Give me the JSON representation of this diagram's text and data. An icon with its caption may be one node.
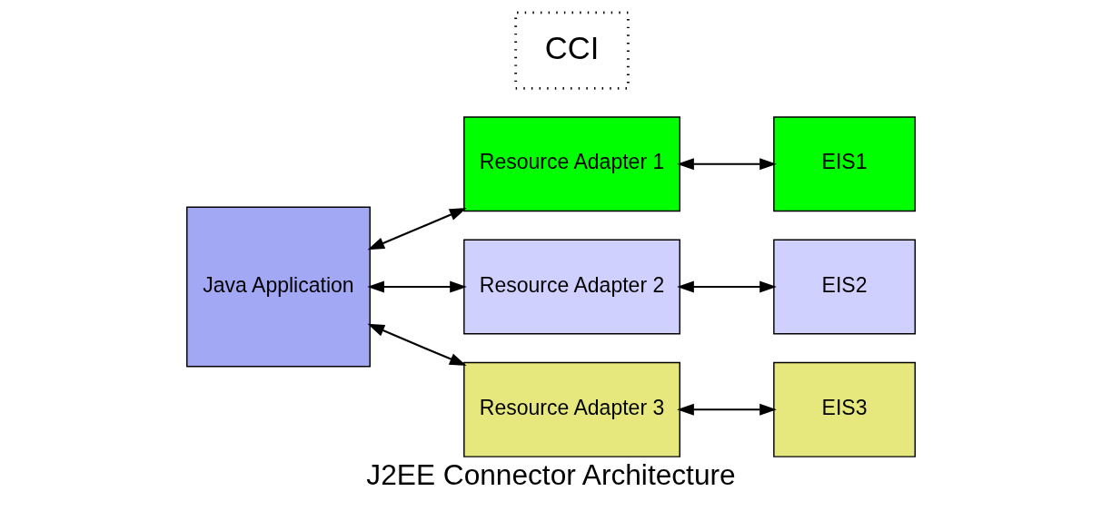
{
  "diagram": {
    "caption": "J2EE Connector Architecture",
    "nodes": [
      {
        "text": [
          "Java Application"
        ]
      },
      {
        "text": [
          "CCI"
        ]
      },
      {
        "text": [
          "Resource Adapter 1"
        ]
      },
      {
        "text": [
          "Resource Adapter 2"
        ]
      },
      {
        "text": [
          "Resource Adapter 3"
        ]
      },
      {
        "text": [
          "EIS1"
        ]
      },
      {
        "text": [
          "EIS2"
        ]
      },
      {
        "text": [
          "EIS3"
        ]
      }
    ],
    "edges": [
      {
        "from": 0,
        "to": 2,
        "arrow": "both"
      },
      {
        "from": 0,
        "to": 3,
        "arrow": "both"
      },
      {
        "from": 0,
        "to": 4,
        "arrow": "both"
      },
      {
        "from": 2,
        "to": 5,
        "arrow": "both"
      },
      {
        "from": 3,
        "to": 6,
        "arrow": "both"
      },
      {
        "from": 4,
        "to": 7,
        "arrow": "both"
      }
    ]
  }
}
